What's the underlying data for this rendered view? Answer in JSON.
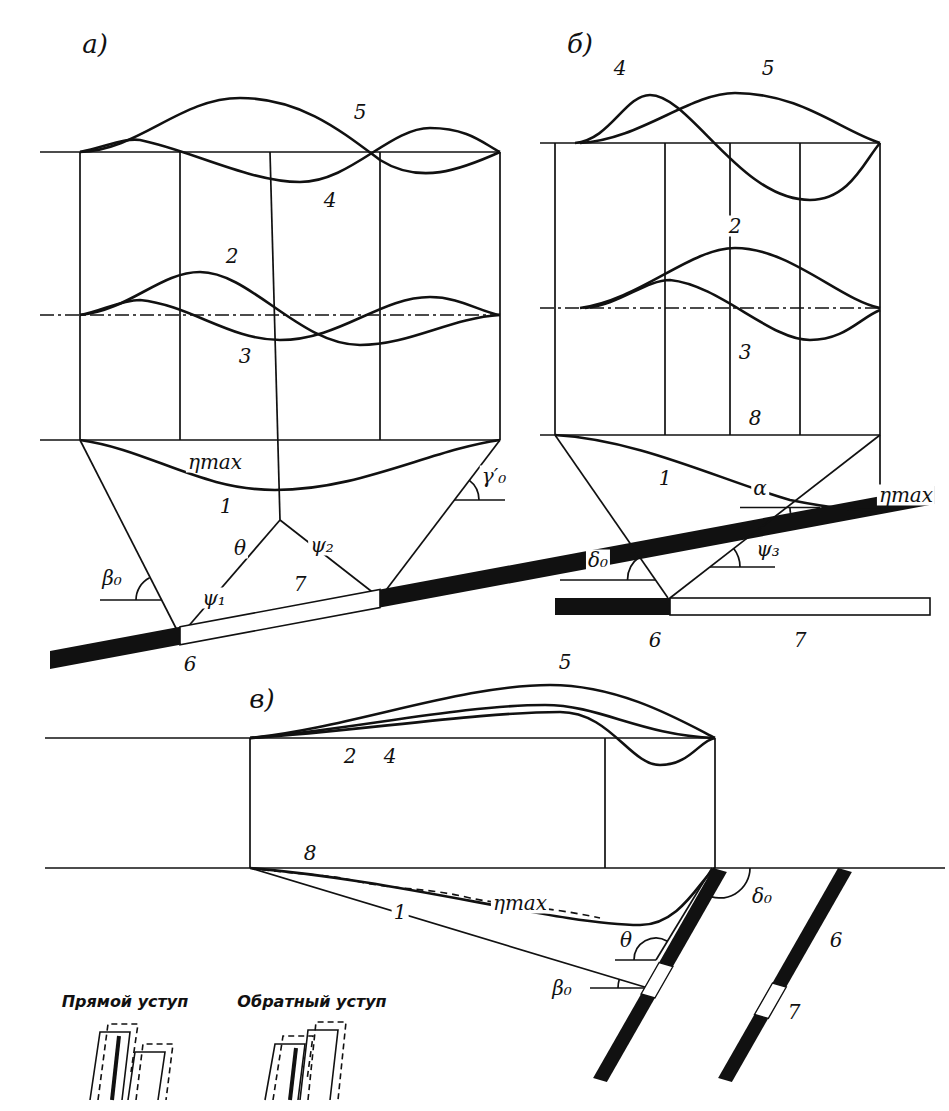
{
  "diagram": {
    "labels": [
      "а)",
      "5",
      "4",
      "2",
      "3",
      "ηmax",
      "1",
      "γ′₀",
      "β₀",
      "θ",
      "ψ₂",
      "ψ₁",
      "α",
      "7",
      "6",
      "б)",
      "4",
      "5",
      "2",
      "3",
      "8",
      "1",
      "ηmax",
      "δ₀",
      "ψ₃",
      "6",
      "7",
      "в)",
      "5",
      "2",
      "4",
      "8",
      "ηmax",
      "1",
      "θ",
      "δ₀",
      "β₀",
      "6",
      "7",
      "Прямой уступ",
      "Обратный уступ"
    ]
  }
}
